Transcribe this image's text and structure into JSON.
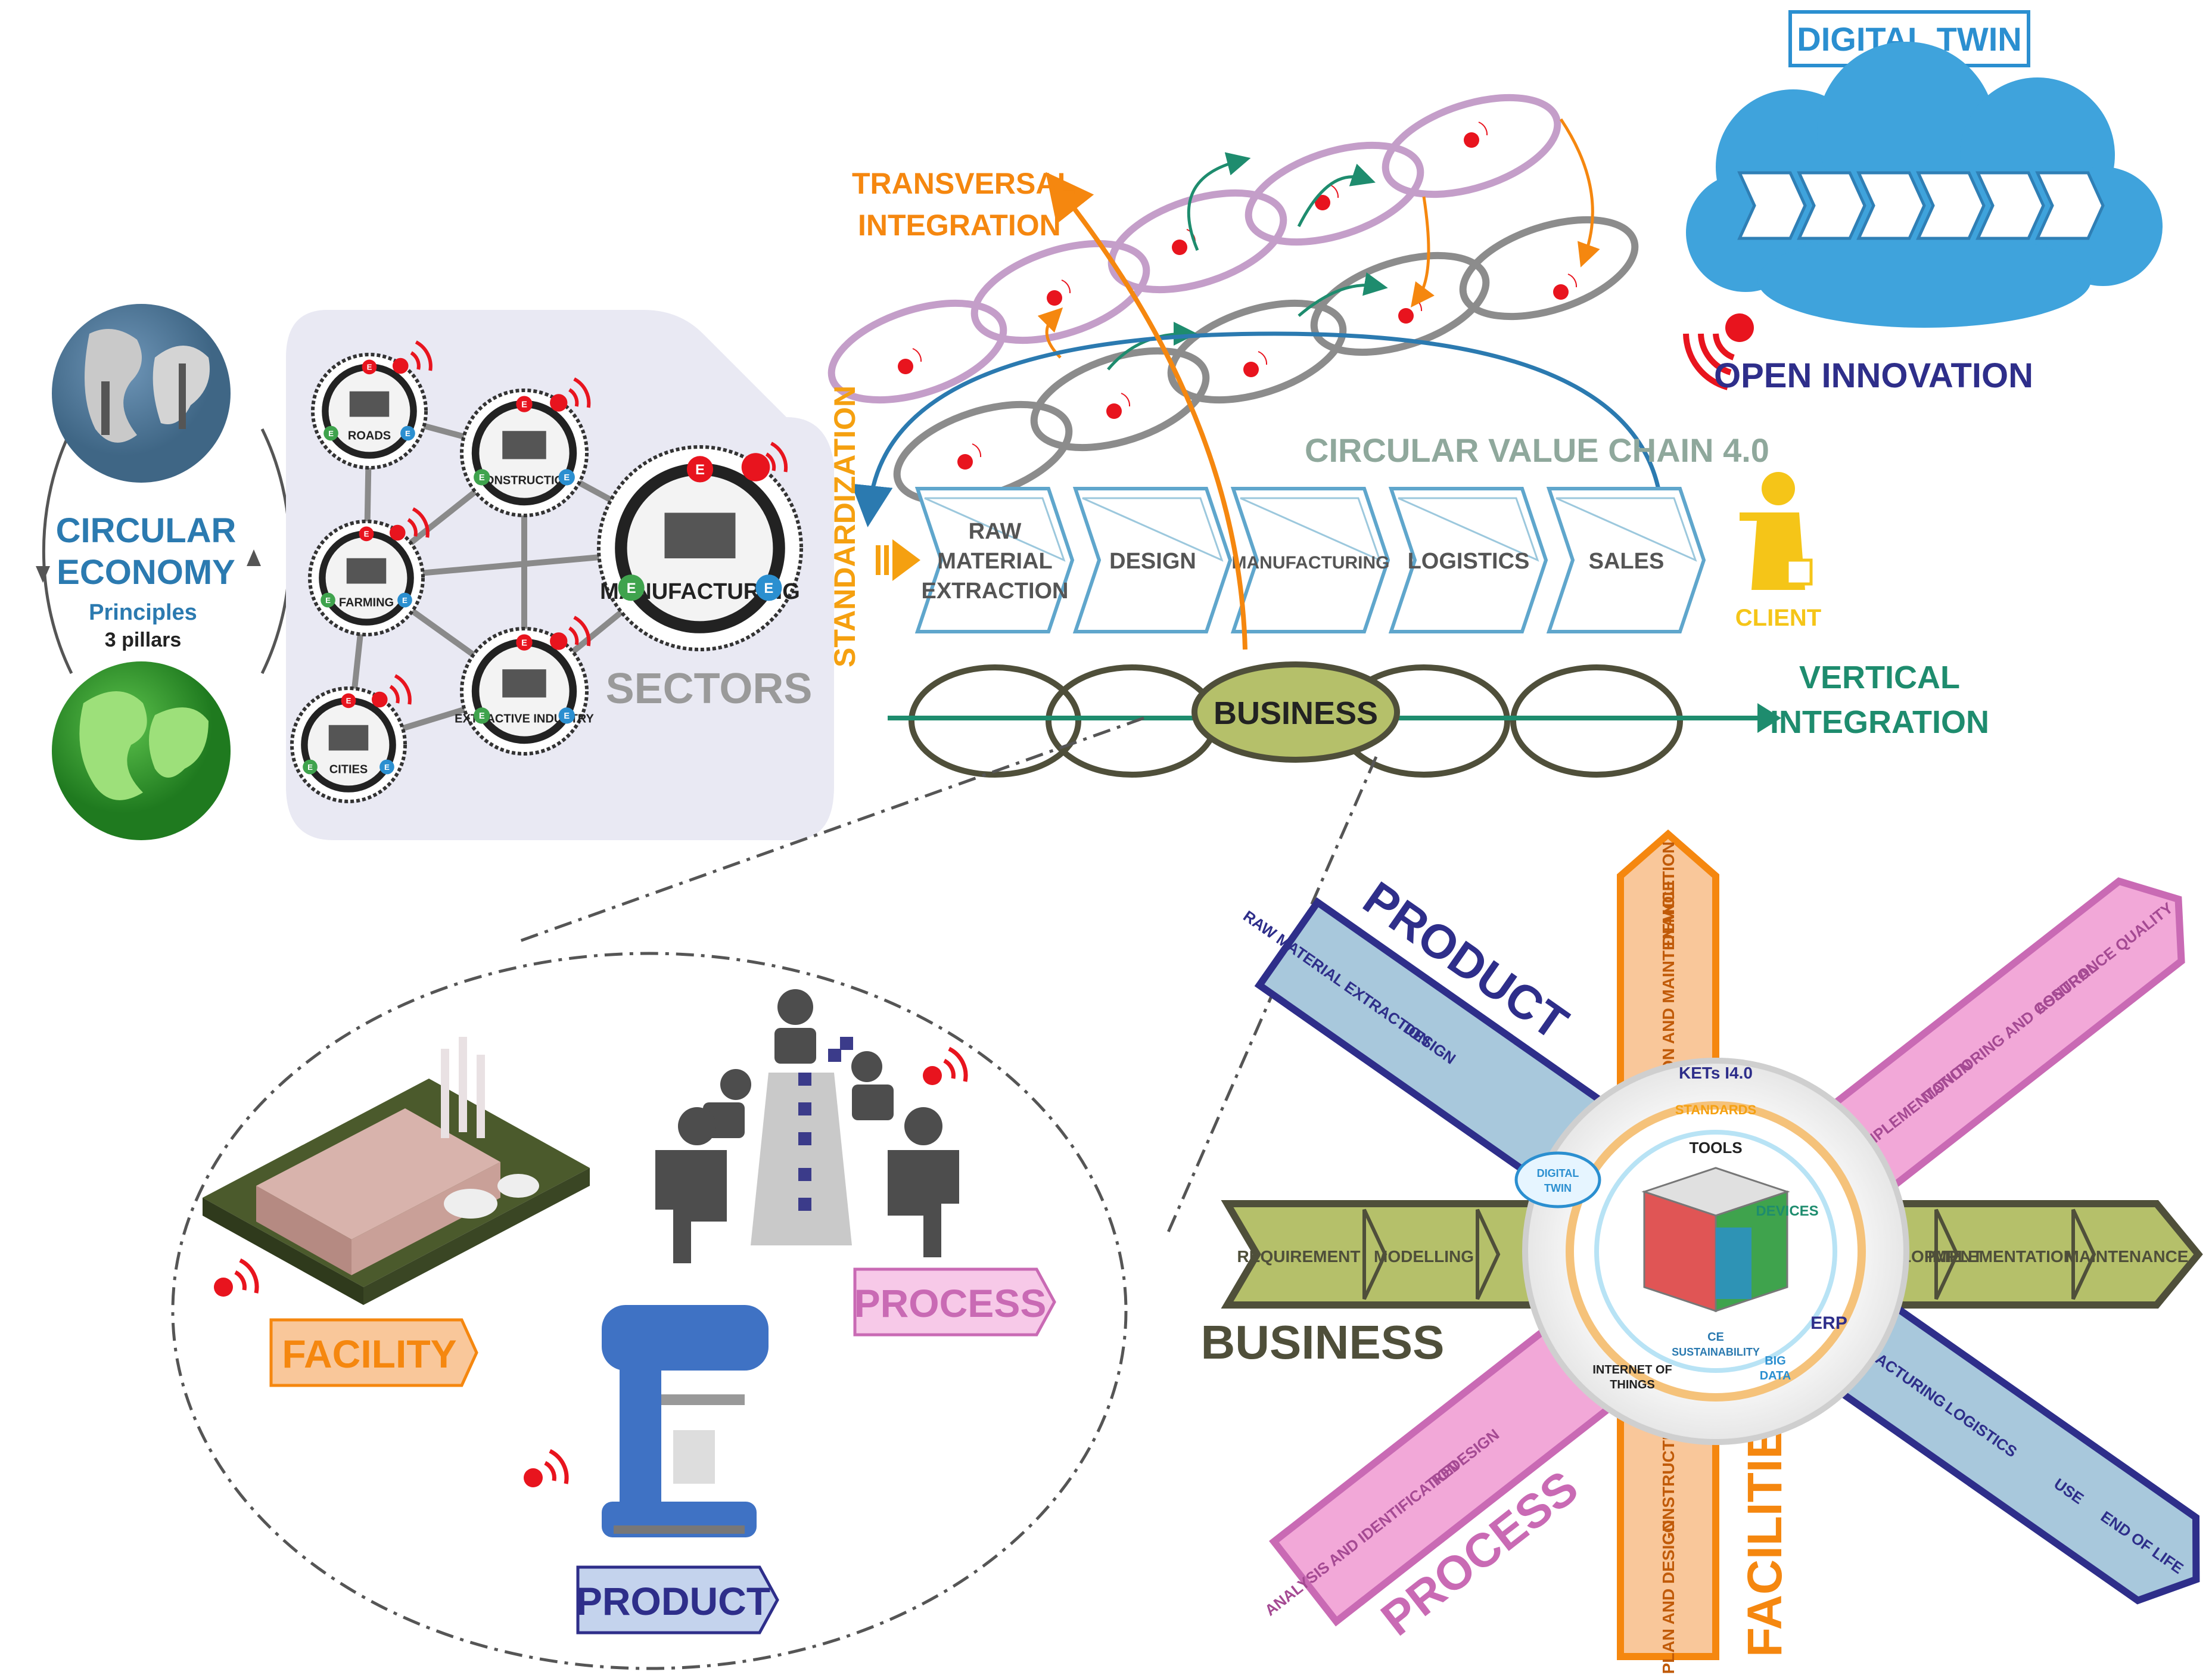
{
  "circular_economy": {
    "title_line1": "CIRCULAR",
    "title_line2": "ECONOMY",
    "principles": "Principles",
    "pillars": "3 pillars"
  },
  "sectors": {
    "title": "SECTORS",
    "nodes": {
      "roads": "ROADS",
      "construction": "CONSTRUCTION",
      "farming": "FARMING",
      "manufacturing": "MANUFACTURING",
      "extractive": "EXTRACTIVE INDUSTRY",
      "cities": "CITIES"
    },
    "pillar_letters": [
      "E",
      "E",
      "E"
    ]
  },
  "value_chain": {
    "title": "CIRCULAR VALUE CHAIN  4.0",
    "stages": {
      "raw": [
        "RAW",
        "MATERIAL",
        "EXTRACTION"
      ],
      "design": "DESIGN",
      "manufacturing": "MANUFACTURING",
      "logistics": "LOGISTICS",
      "sales": "SALES"
    },
    "client": "CLIENT",
    "standardization": "STANDARDIZATION",
    "transversal": [
      "TRANSVERSAL",
      "INTEGRATION"
    ],
    "vertical": [
      "VERTICAL",
      "INTEGRATION"
    ],
    "business": "BUSINESS"
  },
  "digital_twin": {
    "title": "DIGITAL TWIN",
    "open_innovation": "OPEN INNOVATION"
  },
  "zoom": {
    "facility": "FACILITY",
    "process": "PROCESS",
    "product": "PRODUCT"
  },
  "star": {
    "business_label": "BUSINESS",
    "business_stages": [
      "REQUIREMENT",
      "MODELLING",
      "DESIGN AND DEVELOPMENT",
      "IMPLEMENTATION",
      "MAINTENANCE"
    ],
    "facilities_label": "FACILITIES",
    "facilities_stages": [
      "PLAN AND DESIGN",
      "CONSTRUCTION",
      "OPERATION AND MAINTENANCE",
      "DEMOLITION"
    ],
    "product_label": "PRODUCT",
    "product_stages": [
      "RAW MATERIAL EXTRACTION",
      "DESIGN",
      "MANUFACTURING",
      "LOGISTICS",
      "USE",
      "END OF LIFE"
    ],
    "process_label": "PROCESS",
    "process_stages": [
      "ANALYSIS AND IDENTIFICATION",
      "REDESIGN",
      "IMPLEMENTATION",
      "MONITORING AND CONTROL",
      "ASSURANCE QUALITY"
    ],
    "hub": {
      "title": "KETs I4.0",
      "standards": "STANDARDS",
      "tools": "TOOLS",
      "ce": "CE",
      "sustainability": "SUSTAINABILITY",
      "digital_twin": [
        "DIGITAL",
        "TWIN"
      ],
      "devices": "DEVICES",
      "erp": "ERP",
      "iot": [
        "INTERNET OF",
        "THINGS"
      ],
      "big_data": [
        "BIG",
        "DATA"
      ]
    }
  },
  "colors": {
    "blue_title": "#2b7ab0",
    "navy": "#2e2e8a",
    "orange": "#f5870f",
    "teal": "#1e8c6e",
    "olive": "#b5c06a",
    "olive_dark": "#4f4f3a",
    "pink": "#f2a8d8",
    "pink_dark": "#c96ab4",
    "light_blue": "#a8c8dc",
    "orange_light": "#f9c79a",
    "grey": "#9a9a9a",
    "red": "#e8141e",
    "yellow": "#f5c518"
  }
}
